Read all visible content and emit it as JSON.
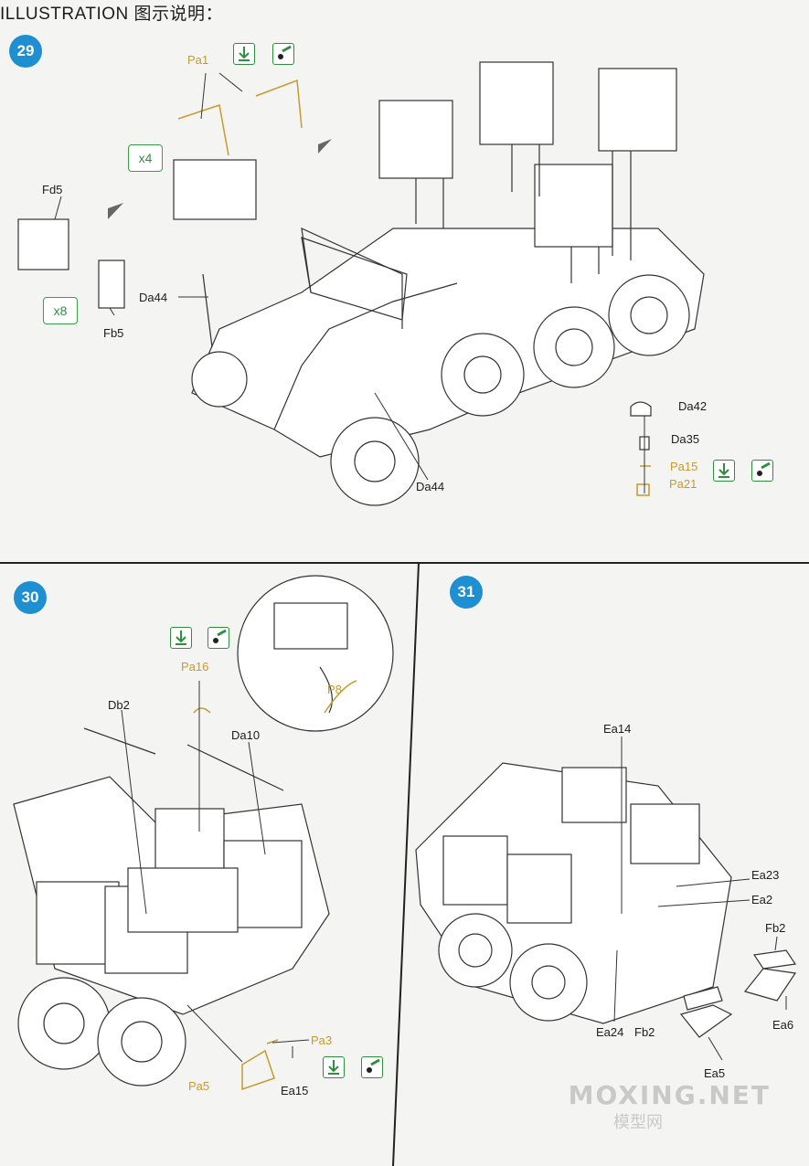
{
  "header": {
    "title": "ILLUSTRATION 图示说明："
  },
  "steps": [
    {
      "number": "29"
    },
    {
      "number": "30"
    },
    {
      "number": "31"
    }
  ],
  "step29": {
    "parts": {
      "pa1": "Pa1",
      "fd5": "Fd5",
      "fb5": "Fb5",
      "da44_a": "Da44",
      "da44_b": "Da44",
      "da42": "Da42",
      "da35": "Da35",
      "pa15": "Pa15",
      "pa21": "Pa21"
    },
    "qty_a": "x4",
    "qty_b": "x8"
  },
  "step30": {
    "parts": {
      "pa16": "Pa16",
      "p8": "P8",
      "db2": "Db2",
      "da10": "Da10",
      "pa3": "Pa3",
      "pa5": "Pa5",
      "ea15": "Ea15"
    }
  },
  "step31": {
    "parts": {
      "ea14": "Ea14",
      "ea23": "Ea23",
      "ea2": "Ea2",
      "fb2_a": "Fb2",
      "ea6": "Ea6",
      "ea24": "Ea24",
      "fb2_b": "Fb2",
      "ea5": "Ea5"
    }
  },
  "icons": {
    "apply": "photo-etch-apply-icon",
    "glue": "glue-icon",
    "accent": "#1e8fd0",
    "photo_etch_color": "#c79a2e",
    "icon_green": "#3aa04a"
  },
  "watermark": {
    "main": "MOXING.NET",
    "sub": "模型网"
  }
}
